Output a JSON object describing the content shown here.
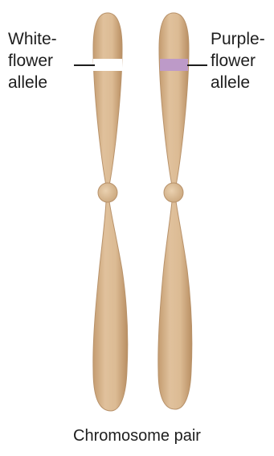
{
  "left_label": {
    "line1": "White-",
    "line2": "flower",
    "line3": "allele"
  },
  "right_label": {
    "line1": "Purple-",
    "line2": "flower",
    "line3": "allele"
  },
  "caption": "Chromosome pair",
  "colors": {
    "chromosome_fill": "#d8b890",
    "chromosome_edge": "#b8926a",
    "white_allele_band": "#ffffff",
    "purple_allele_band": "#bd9ac8",
    "leader_line": "#1e1e1e"
  }
}
